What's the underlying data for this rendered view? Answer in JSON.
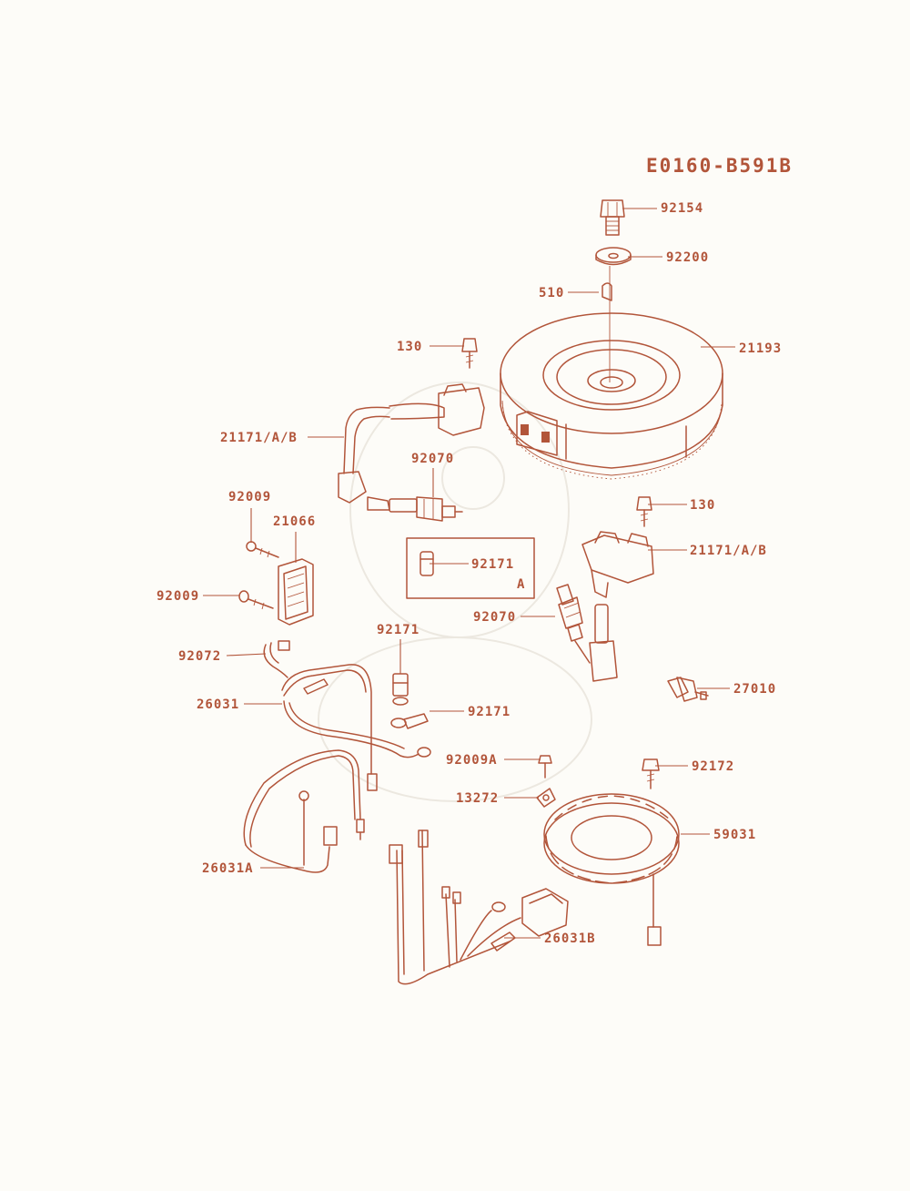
{
  "diagram": {
    "reference_code": "E0160-B591B",
    "callouts": {
      "p92154": "92154",
      "p92200": "92200",
      "p510": "510",
      "p130_top": "130",
      "p21193": "21193",
      "p21171_left": "21171/A/B",
      "p92070_top": "92070",
      "p92009_top": "92009",
      "p21066": "21066",
      "p92009_left": "92009",
      "p92171_box": "92171",
      "box_letter": "A",
      "p130_right": "130",
      "p21171_right": "21171/A/B",
      "p92070_right": "92070",
      "p92072": "92072",
      "p92171_mid": "92171",
      "p92171_low": "92171",
      "p26031": "26031",
      "p27010": "27010",
      "p92009A": "92009A",
      "p92172": "92172",
      "p13272": "13272",
      "p59031": "59031",
      "p26031A": "26031A",
      "p26031B": "26031B"
    }
  }
}
